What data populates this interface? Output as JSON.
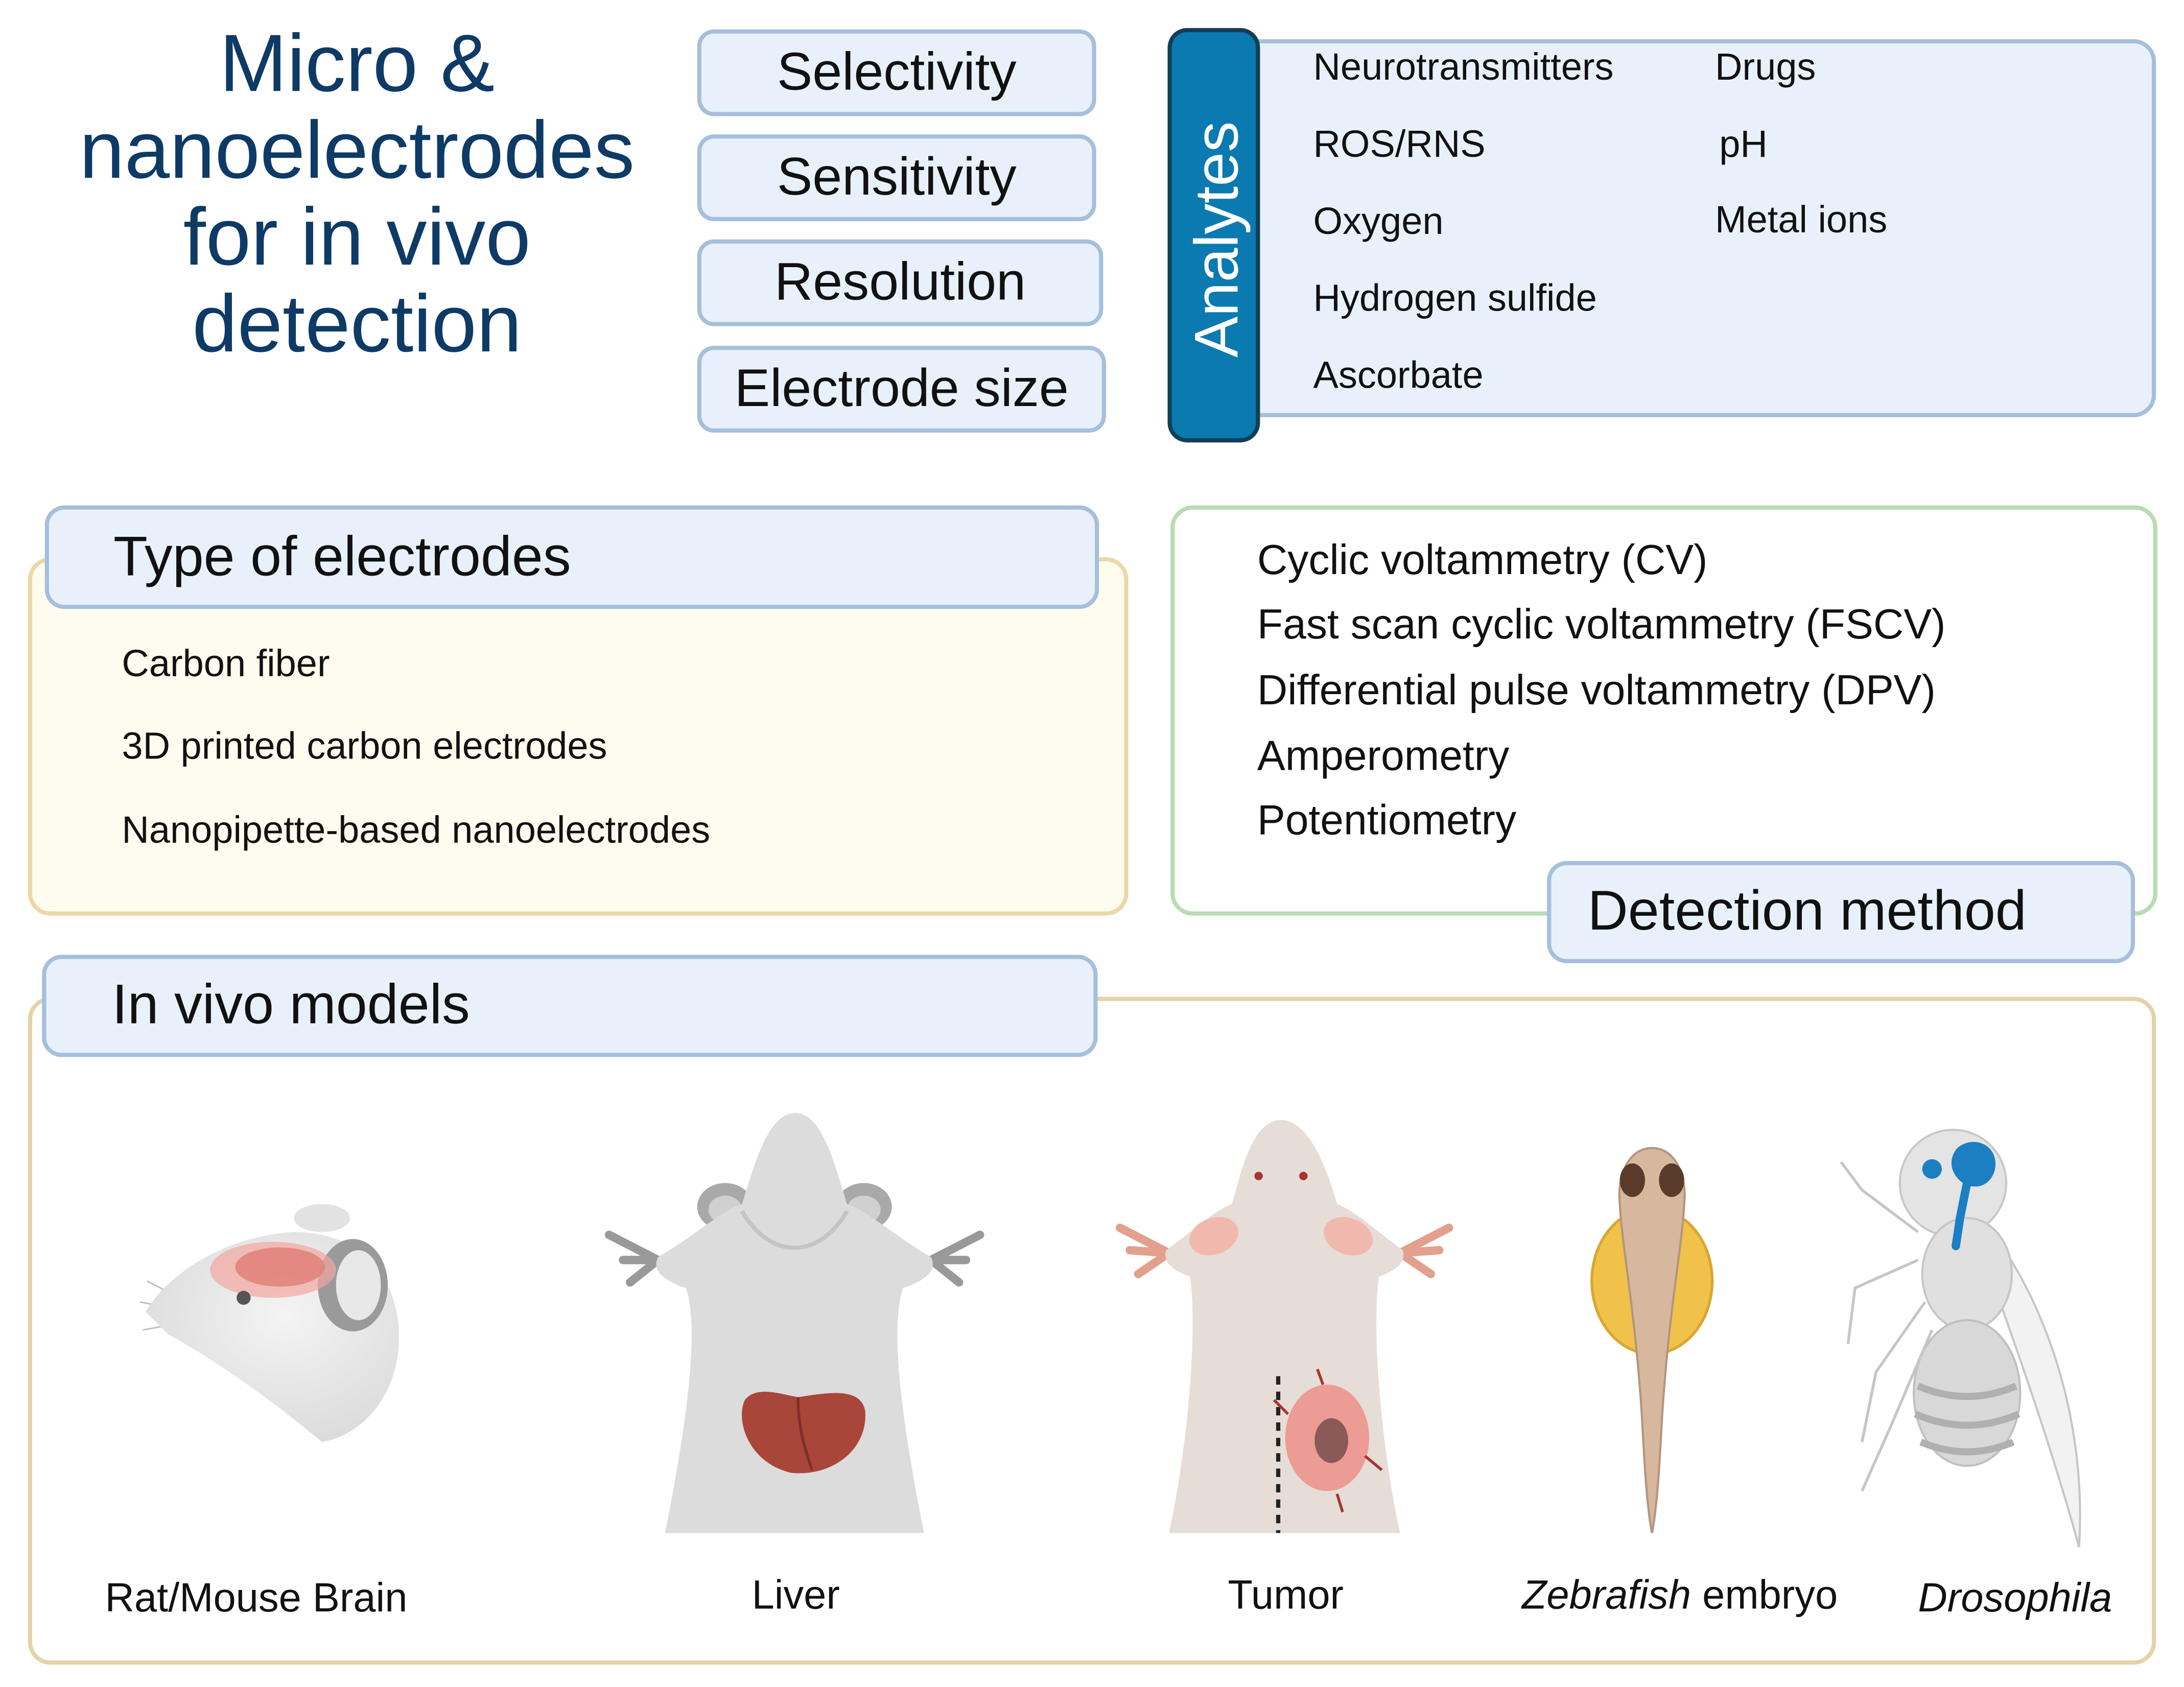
{
  "title": "Micro & nanoelectrodes for in vivo detection",
  "features": [
    "Selectivity",
    "Sensitivity",
    "Resolution",
    "Electrode size"
  ],
  "analytes": {
    "label": "Analytes",
    "left": [
      "Neurotransmitters",
      "ROS/RNS",
      "Oxygen",
      "Hydrogen sulfide",
      "Ascorbate"
    ],
    "right": [
      "Drugs",
      "pH",
      "Metal ions"
    ]
  },
  "electrodes": {
    "header": "Type of electrodes",
    "items": [
      "Carbon fiber",
      "3D printed carbon electrodes",
      "Nanopipette-based nanoelectrodes"
    ]
  },
  "detection": {
    "header": "Detection method",
    "items": [
      "Cyclic voltammetry (CV)",
      "Fast scan cyclic voltammetry (FSCV)",
      "Differential pulse voltammetry (DPV)",
      "Amperometry",
      "Potentiometry"
    ]
  },
  "models": {
    "header": "In vivo models",
    "captions": {
      "brain": "Rat/Mouse Brain",
      "liver": "Liver",
      "tumor": "Tumor",
      "zebrafish_italic": "Zebrafish",
      "zebrafish_rest": " embryo",
      "drosophila": "Drosophila"
    }
  },
  "colors": {
    "title": "#0e3a66",
    "pill_fill": "#e8f1fb",
    "pill_border": "#a5bfdc",
    "analytes_tab": "#0a7ab0",
    "electrodes_panel": "#fefcee",
    "electrodes_border": "#ead9a6",
    "detection_border": "#b9dcb2",
    "models_border": "#e3d3a8",
    "organ_red": "#a8463a",
    "zebrafish_yolk": "#f1c24a",
    "drosophila_blue": "#1b7fc2"
  }
}
